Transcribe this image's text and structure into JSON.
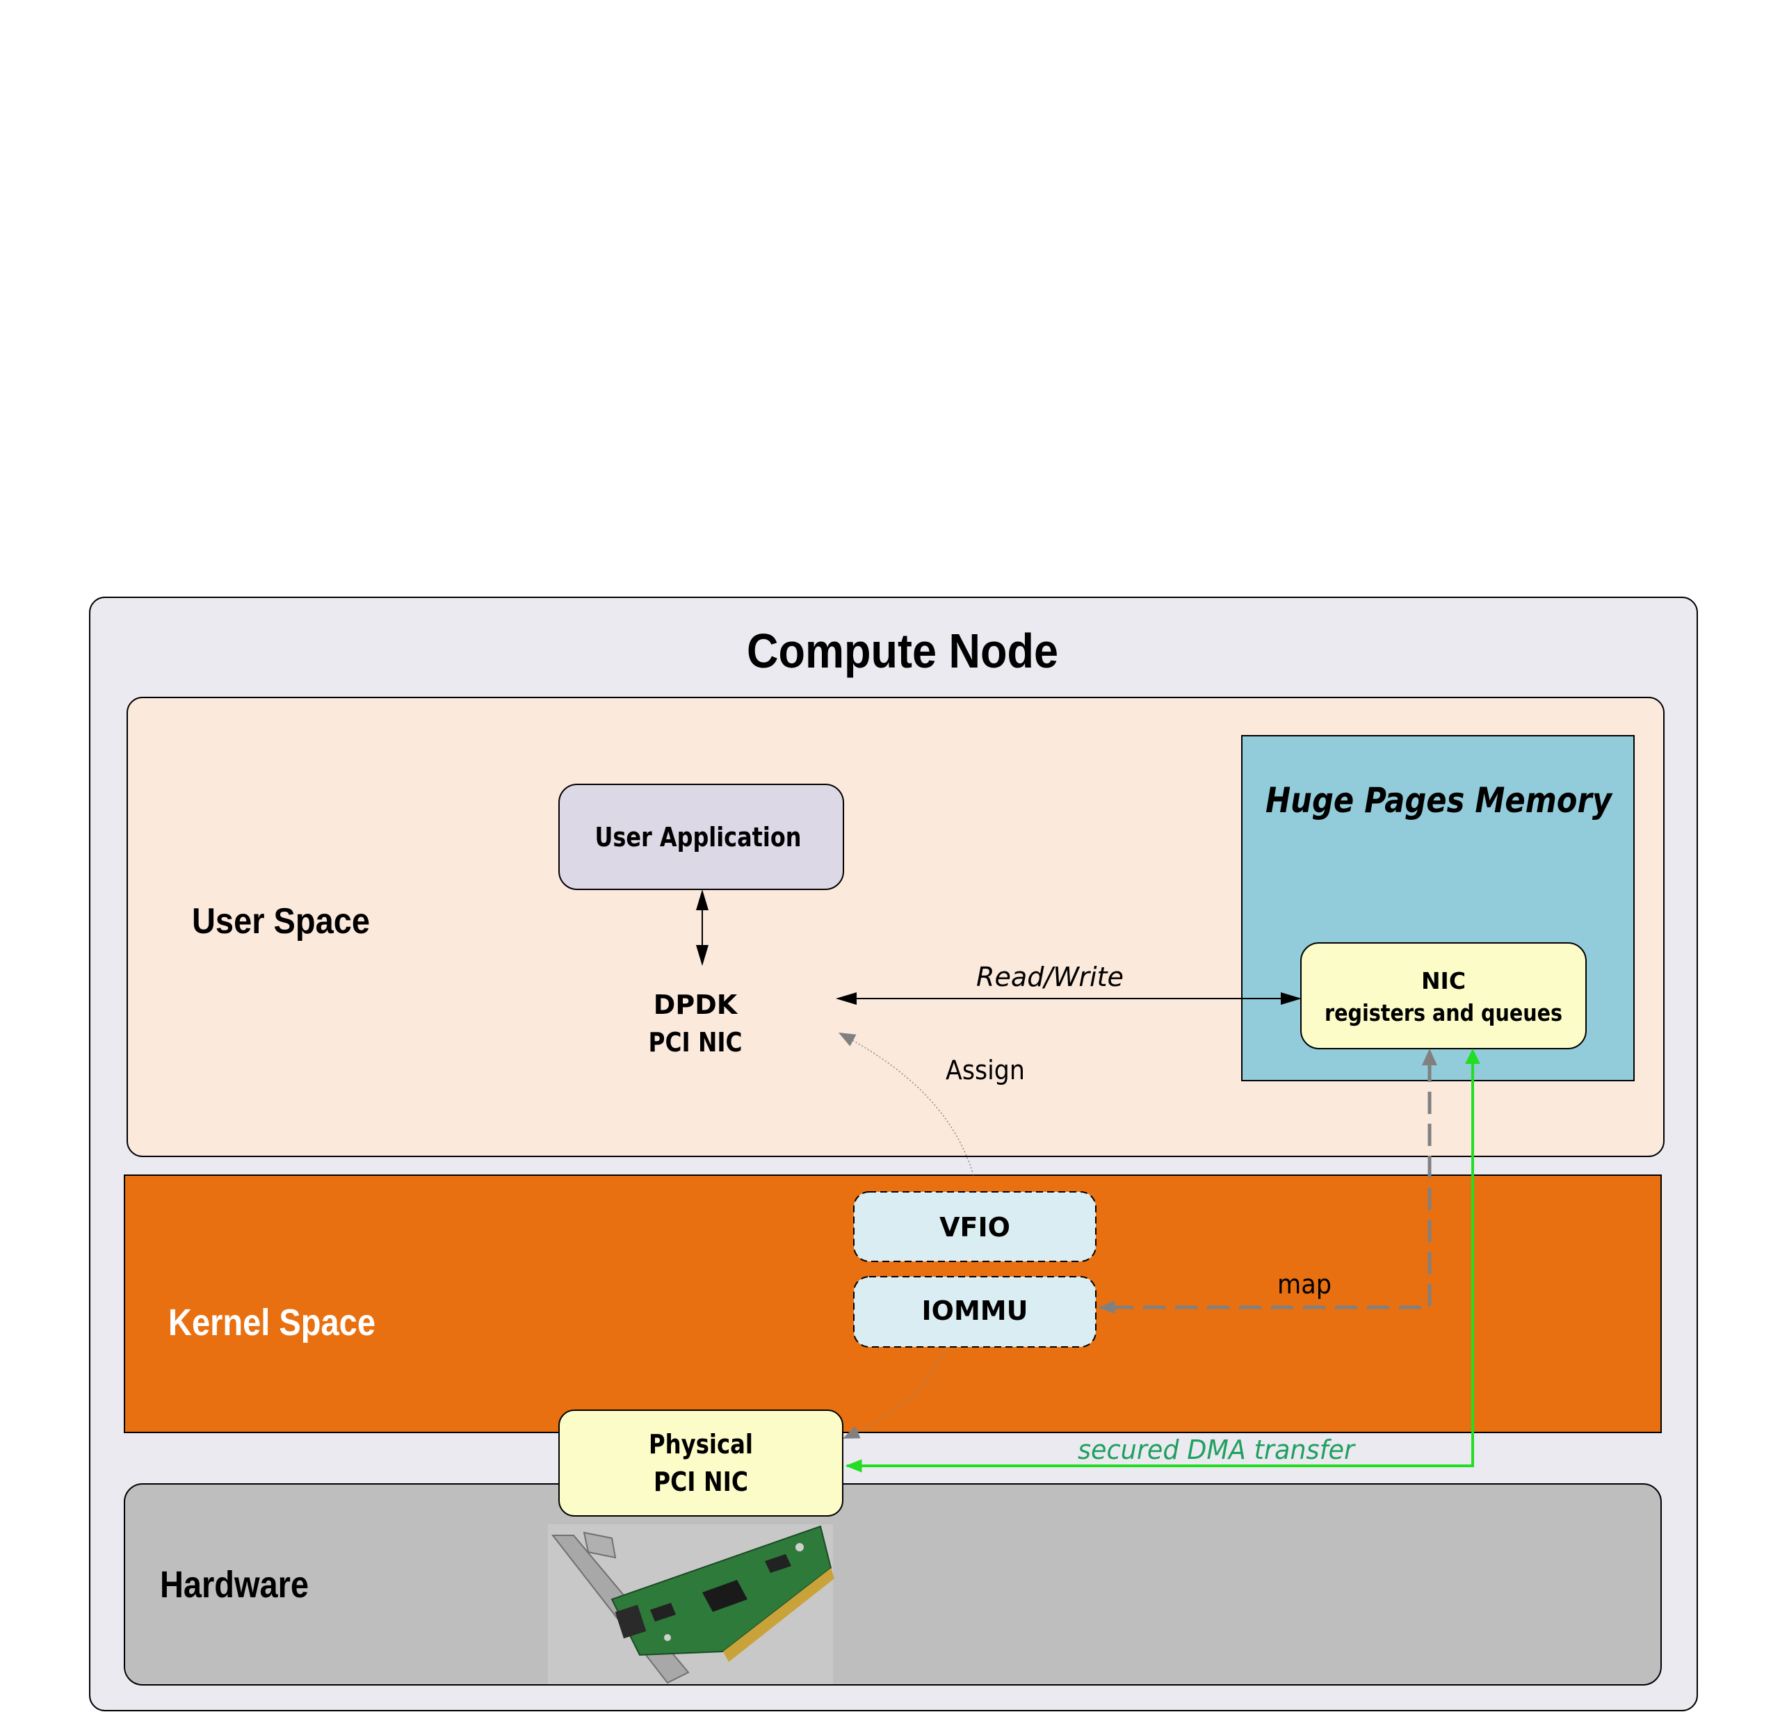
{
  "compute_node": {
    "title": "Compute Node"
  },
  "user_space": {
    "label": "User Space",
    "user_application": "User Application",
    "dpdk_line1": "DPDK",
    "dpdk_line2": "PCI NIC"
  },
  "huge_pages": {
    "title": "Huge Pages Memory",
    "nic_line1": "NIC",
    "nic_line2": "registers  and queues"
  },
  "kernel_space": {
    "label": "Kernel Space",
    "vfio": "VFIO",
    "iommu": "IOMMU"
  },
  "hardware": {
    "label": "Hardware",
    "nic_line1": "Physical",
    "nic_line2": "PCI NIC",
    "nic_image": "pci-network-card-photo"
  },
  "edges": {
    "read_write": "Read/Write",
    "assign": "Assign",
    "map": "map",
    "dma": "secured DMA transfer"
  },
  "colors": {
    "compute_node_bg": "#ECEAF1",
    "user_space_bg": "#FBE9DC",
    "kernel_space_bg": "#E87010",
    "hardware_bg": "#BEBEBE",
    "huge_pages_bg": "#92CCDA",
    "nic_box_bg": "#FCFCC8",
    "user_app_bg": "#DCD8E6",
    "vfio_bg": "#DAEDF2",
    "dma_arrow": "#22DD22",
    "dma_label": "#20A060"
  }
}
